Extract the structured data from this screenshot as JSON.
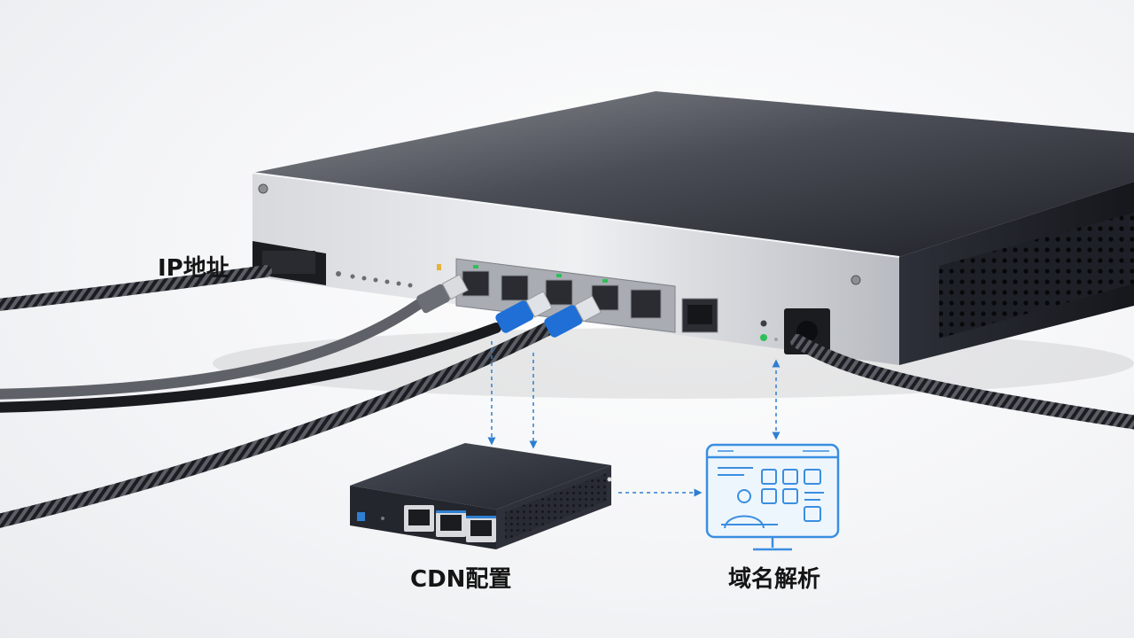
{
  "labels": {
    "ip_address": "IP地址",
    "cdn_config": "CDN配置",
    "dns_resolution": "域名解析"
  },
  "colors": {
    "accent_blue": "#2f7fd1",
    "cable_blue": "#1f6fd6",
    "status_green": "#2fbf5a",
    "chassis_dark": "#2b2e36",
    "panel_silver": "#c9ccd1"
  },
  "icons": {
    "router": "network-router-icon",
    "mini_switch": "mini-switch-icon",
    "monitor": "dashboard-monitor-icon"
  }
}
